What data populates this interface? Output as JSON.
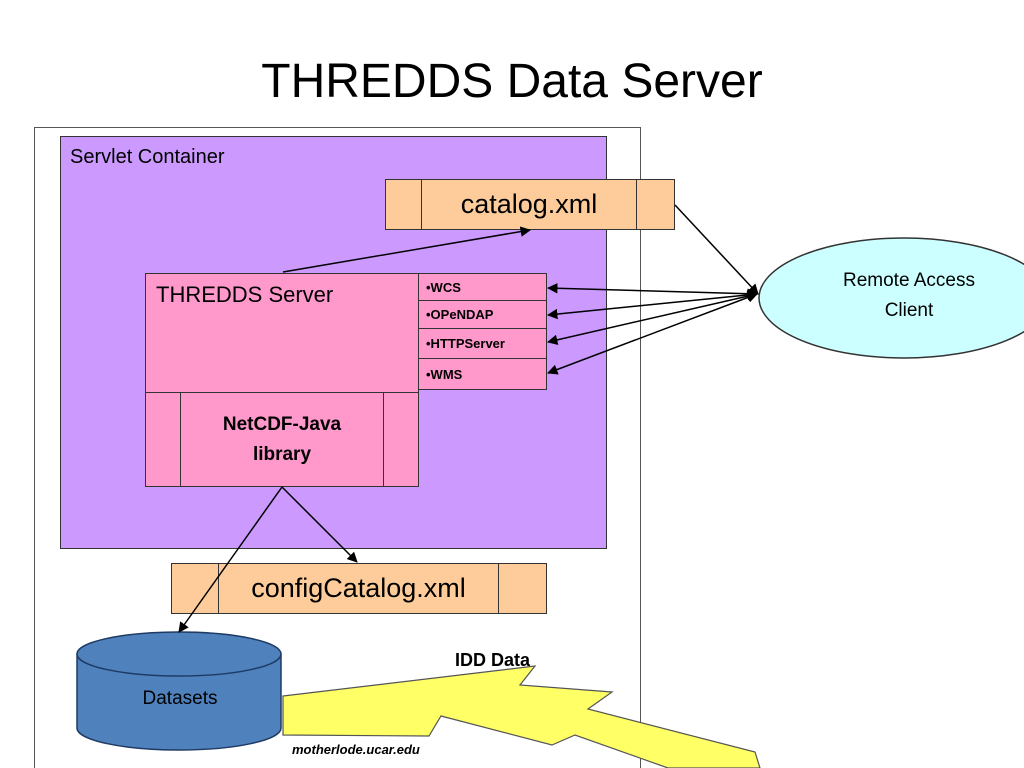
{
  "title": "THREDDS Data Server",
  "servlet_container": {
    "label": "Servlet Container"
  },
  "catalog_file": {
    "label": "catalog.xml"
  },
  "config_catalog_file": {
    "label": "configCatalog.xml"
  },
  "thredds_server": {
    "label": "THREDDS Server",
    "library": {
      "line1": "NetCDF-Java",
      "line2": "library"
    },
    "services": [
      "•WCS",
      "•OPeNDAP",
      "•HTTPServer",
      "•WMS"
    ]
  },
  "remote_client": {
    "line1": "Remote Access",
    "line2": "Client"
  },
  "datasets": {
    "label": "Datasets"
  },
  "idd": {
    "label": "IDD Data"
  },
  "host": {
    "label": "motherlode.ucar.edu"
  },
  "colors": {
    "servlet_container": "#cc99ff",
    "server": "#ff99cc",
    "file": "#fdcc9a",
    "client": "#ccffff",
    "datasets": "#4f81bd",
    "lightning": "#ffff66"
  }
}
